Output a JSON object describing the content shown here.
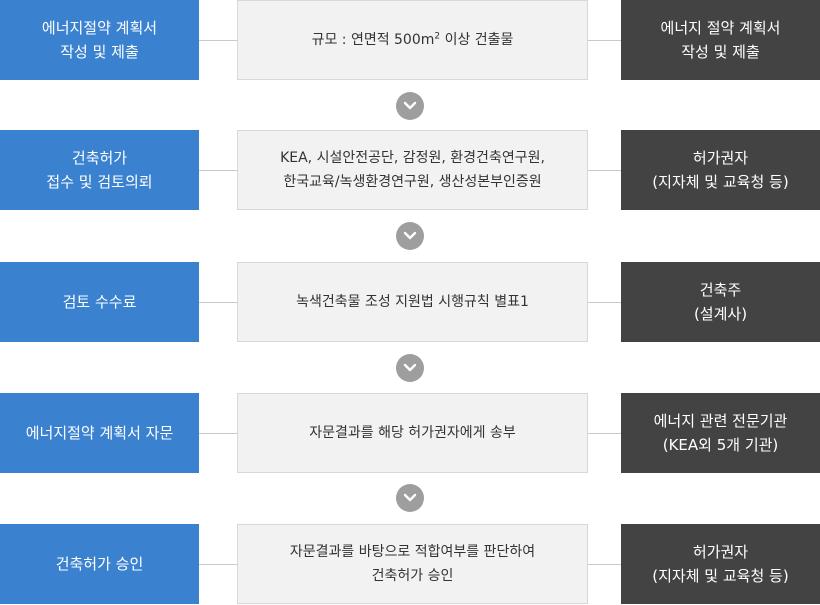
{
  "steps": [
    {
      "left": "에너지절약 계획서\n작성 및 제출",
      "mid": "규모 : 연면적 500m",
      "mid_sup": "2",
      "mid_after": " 이상 건출물",
      "right": "에너지 절약 계획서\n작성 및 제출"
    },
    {
      "left": "건축허가\n접수 및 검토의뢰",
      "mid": "KEA, 시설안전공단, 감정원, 환경건축연구원,\n한국교육/녹생환경연구원, 생산성본부인증원",
      "right": "허가권자\n(지자체 및 교육청 등)"
    },
    {
      "left": "검토 수수료",
      "mid": "녹색건축물 조성 지원법 시행규칙 별표1",
      "right": "건축주\n(설계사)"
    },
    {
      "left": "에너지절약 계획서 자문",
      "mid": "자문결과를 해당 허가권자에게 송부",
      "right": "에너지 관련 전문기관\n(KEA외 5개 기관)"
    },
    {
      "left": "건축허가 승인",
      "mid": "자문결과를 바탕으로 적합여부를 판단하여\n건축허가 승인",
      "right": "허가권자\n(지자체 및 교육청 등)"
    }
  ],
  "arrow_icon": "chevron-down-icon",
  "colors": {
    "left_box": "#3a82d0",
    "mid_box": "#f2f2f2",
    "right_box": "#434343",
    "arrow": "#9e9e9e"
  }
}
